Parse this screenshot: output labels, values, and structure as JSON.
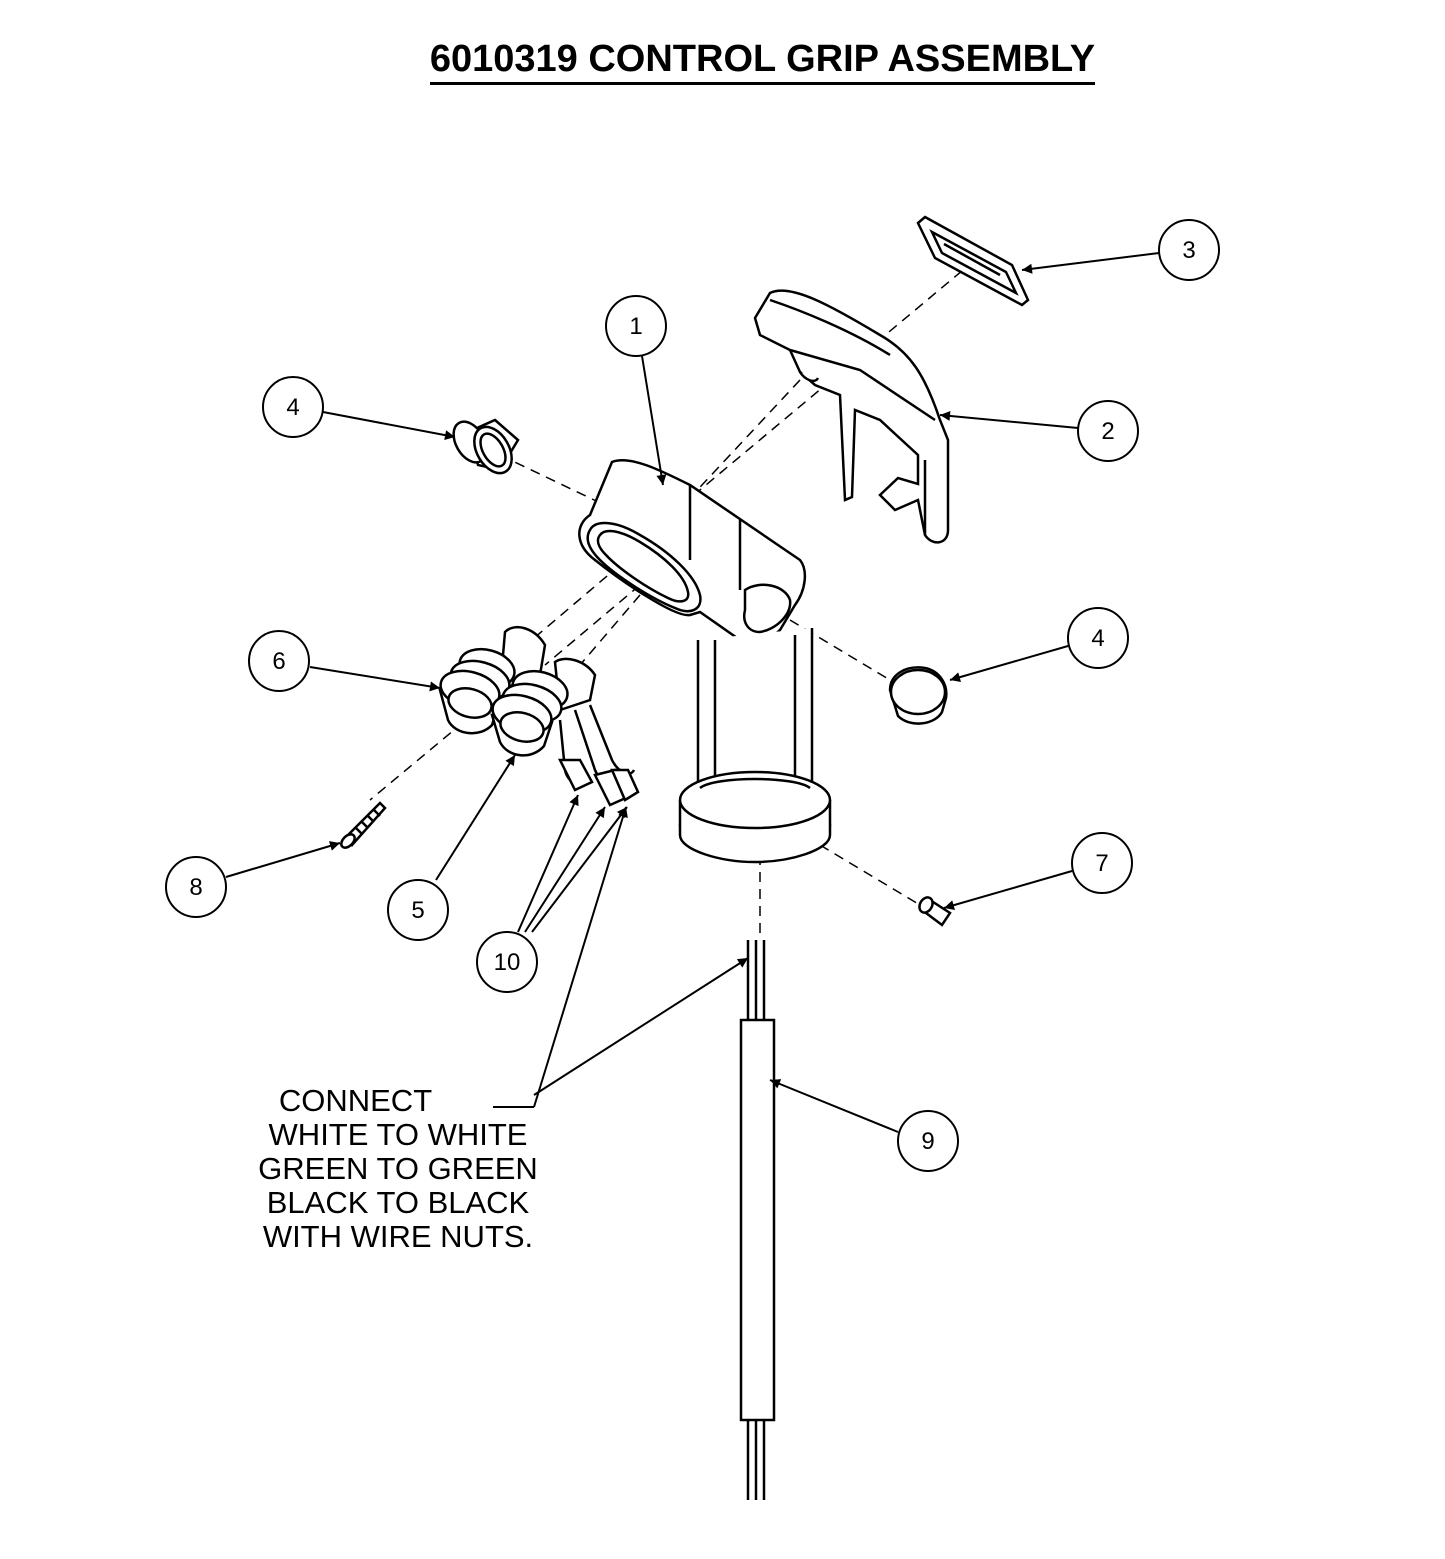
{
  "title": "6010319 CONTROL GRIP ASSEMBLY",
  "balloons": [
    {
      "label": "1"
    },
    {
      "label": "2"
    },
    {
      "label": "3"
    },
    {
      "label": "4"
    },
    {
      "label": "4"
    },
    {
      "label": "5"
    },
    {
      "label": "6"
    },
    {
      "label": "7"
    },
    {
      "label": "8"
    },
    {
      "label": "9"
    },
    {
      "label": "10"
    }
  ],
  "note": {
    "lines": [
      "CONNECT",
      "WHITE TO WHITE",
      "GREEN TO GREEN",
      "BLACK TO BLACK",
      "WITH WIRE NUTS."
    ]
  },
  "colors": {
    "line": "#000000",
    "background": "#ffffff"
  }
}
